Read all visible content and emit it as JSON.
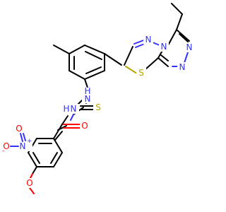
{
  "colors": {
    "carbon": "#000000",
    "nitrogen": "#3333ff",
    "oxygen": "#ff0000",
    "sulfur": "#b8a300",
    "background": "#ffffff"
  },
  "atoms": {
    "n_triazole_fused": "N",
    "n_triazole_1": "N",
    "n_triazole_2": "N",
    "n_thiadiazole": "N",
    "s_thiadiazole": "S",
    "nh_upper": "N",
    "h_upper": "H",
    "s_thione": "S",
    "nh_lower": "N",
    "h_lower": "H",
    "o_amide": "O",
    "n_nitro": "N",
    "n_nitro_charge": "+",
    "o_nitro_double": "O",
    "o_nitro_single": "O",
    "o_nitro_charge": "-",
    "o_methoxy": "O"
  }
}
